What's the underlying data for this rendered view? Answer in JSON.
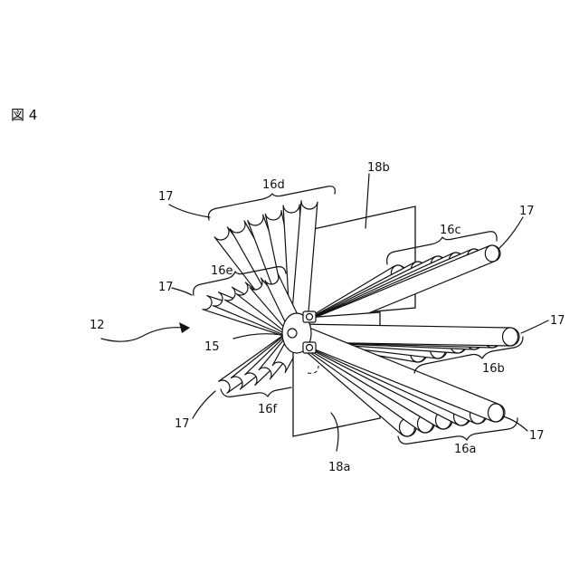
{
  "figure": {
    "label": "図 4"
  },
  "labels": {
    "assembly": "12",
    "hub": "15",
    "rod_end": "17",
    "group_a": "16a",
    "group_b": "16b",
    "group_c": "16c",
    "group_d": "16d",
    "group_e": "16e",
    "group_f": "16f",
    "plate_a": "18a",
    "plate_b": "18b"
  }
}
